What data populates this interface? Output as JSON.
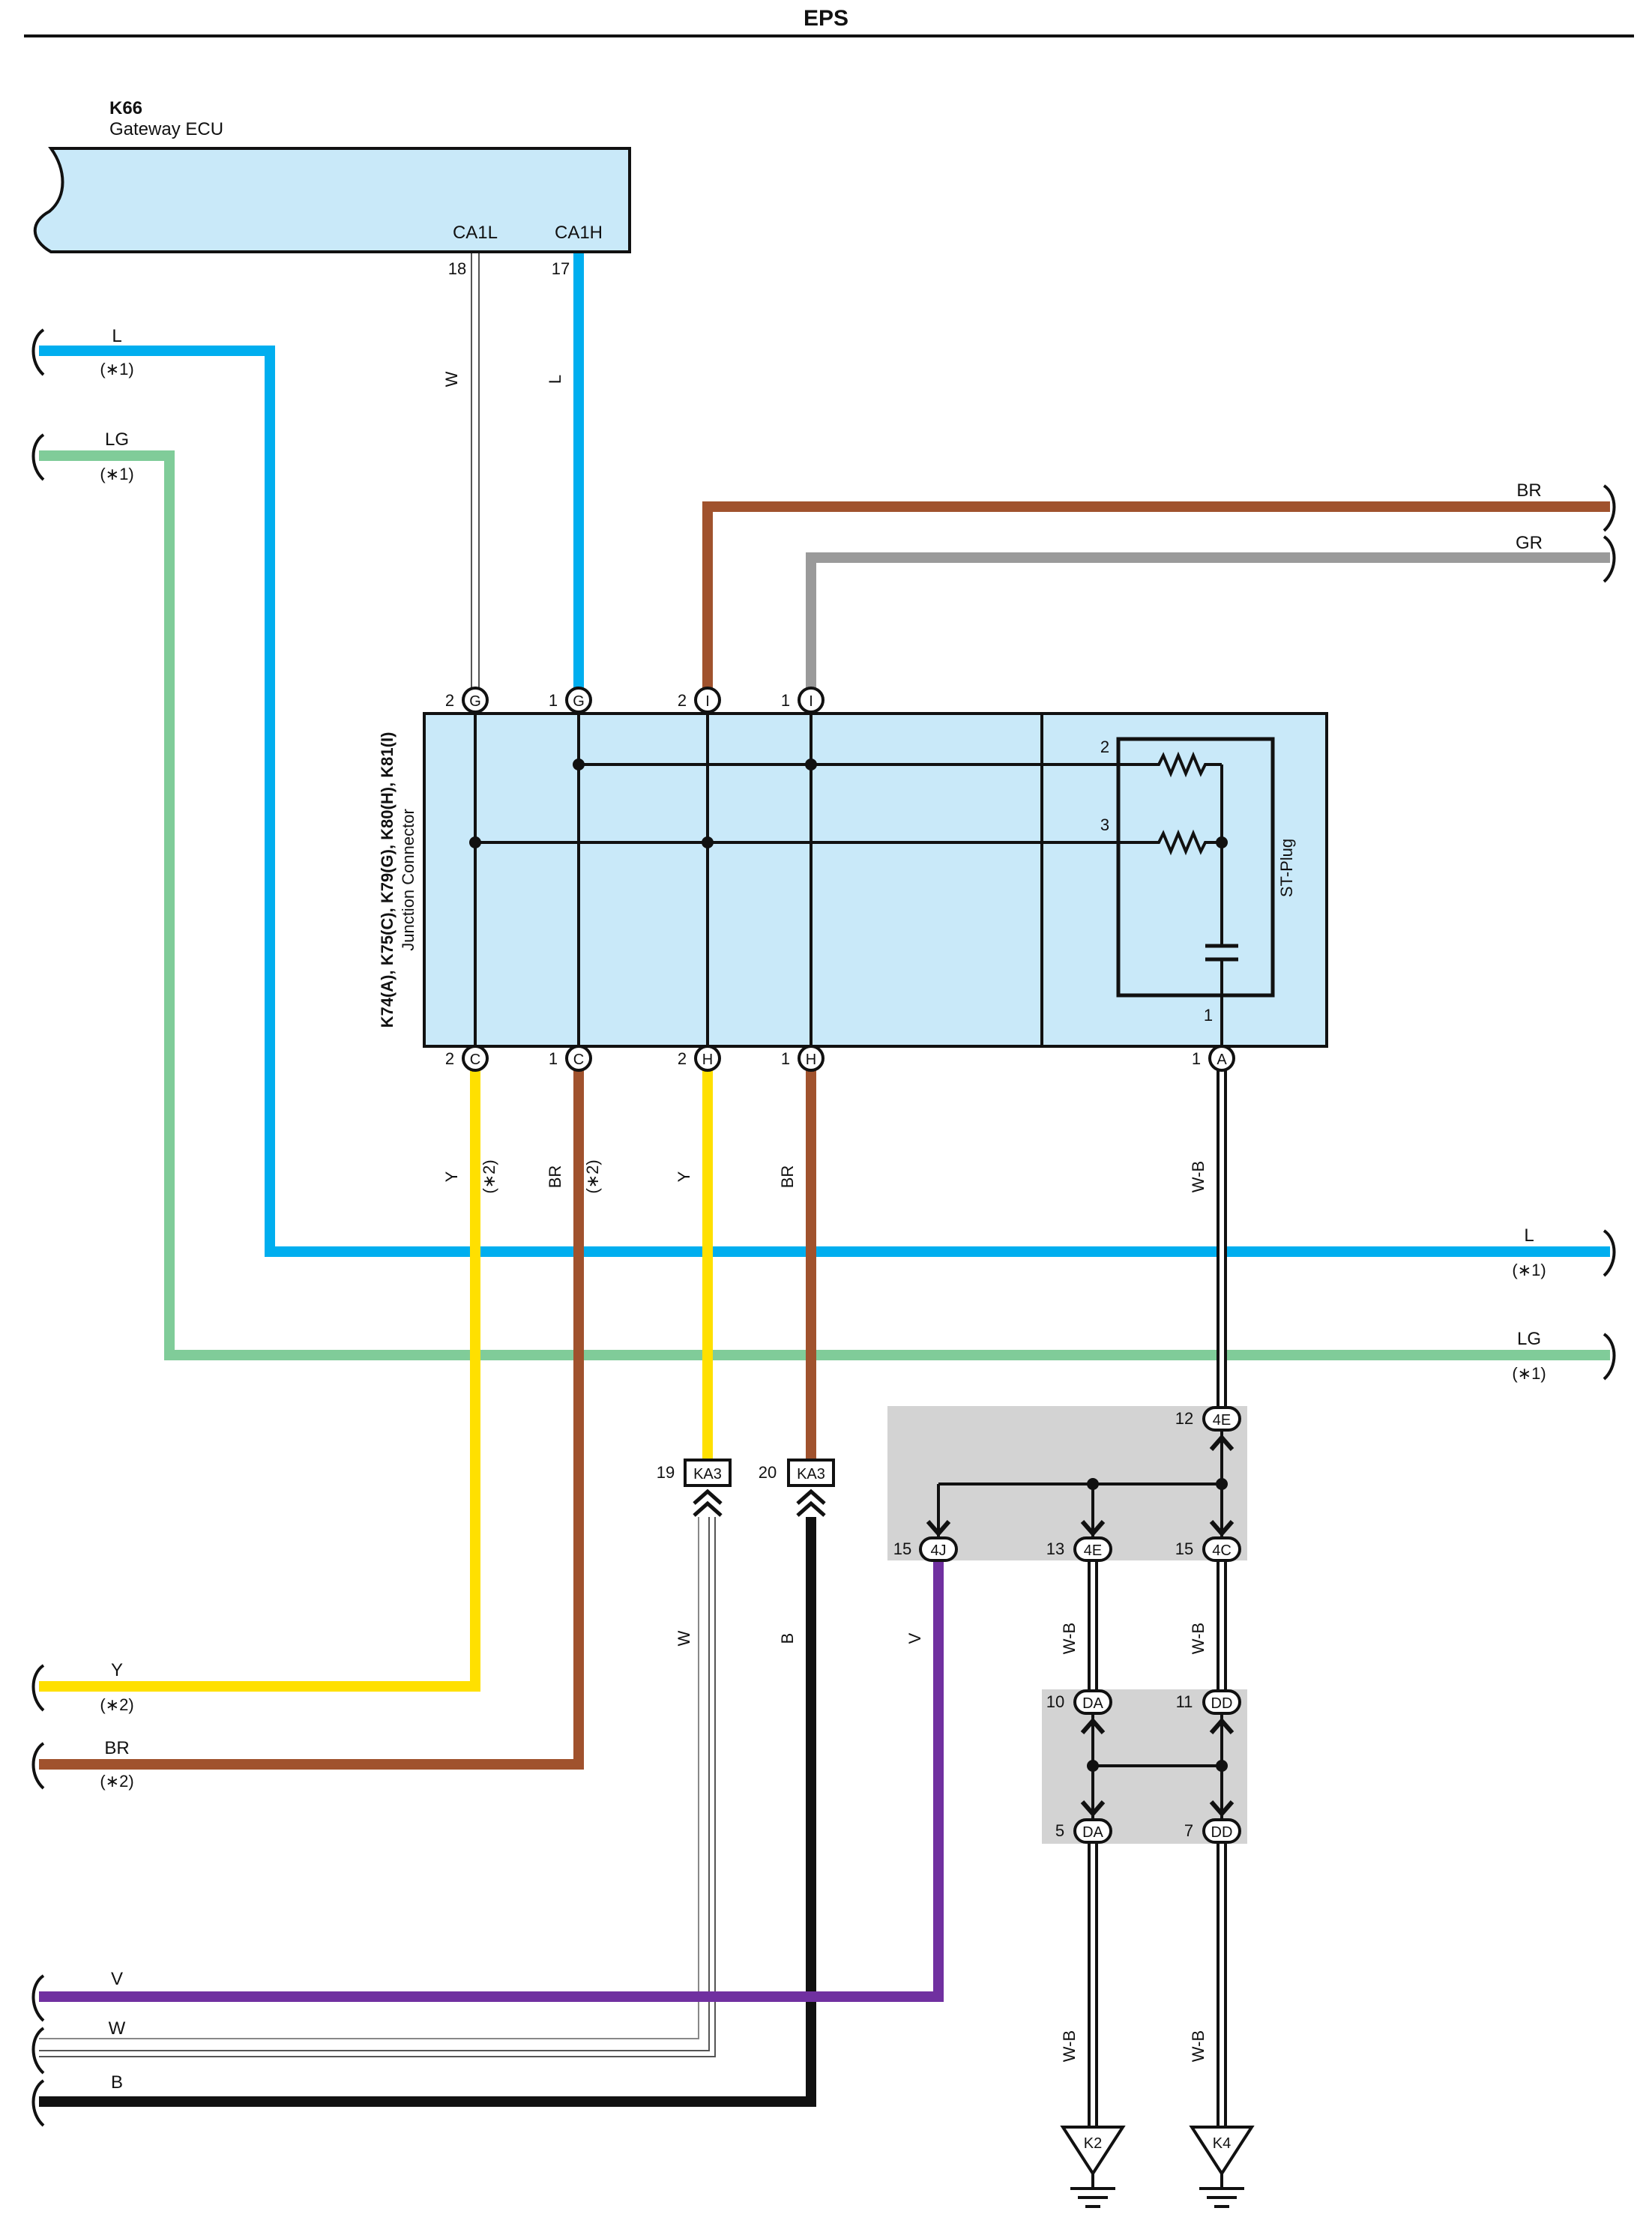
{
  "title": "EPS",
  "ecu": {
    "id": "K66",
    "name": "Gateway ECU",
    "pins": [
      {
        "name": "CA1L",
        "num": "18",
        "wire": "W"
      },
      {
        "name": "CA1H",
        "num": "17",
        "wire": "L"
      }
    ]
  },
  "junction": {
    "label_ids": "K74(A), K75(C), K79(G), K80(H), K81(I)",
    "label_name": "Junction Connector",
    "top_pins": [
      {
        "num": "2",
        "conn": "G"
      },
      {
        "num": "1",
        "conn": "G"
      },
      {
        "num": "2",
        "conn": "I"
      },
      {
        "num": "1",
        "conn": "I"
      }
    ],
    "bottom_pins": [
      {
        "num": "2",
        "conn": "C"
      },
      {
        "num": "1",
        "conn": "C"
      },
      {
        "num": "2",
        "conn": "H"
      },
      {
        "num": "1",
        "conn": "H"
      },
      {
        "num": "1",
        "conn": "A"
      }
    ],
    "st_plug": {
      "label": "ST-Plug",
      "pins": [
        "2",
        "3",
        "1"
      ]
    }
  },
  "left_wires": [
    {
      "color_code": "L",
      "note": "(∗1)"
    },
    {
      "color_code": "LG",
      "note": "(∗1)"
    },
    {
      "color_code": "Y",
      "note": "(∗2)"
    },
    {
      "color_code": "BR",
      "note": "(∗2)"
    },
    {
      "color_code": "V",
      "note": ""
    },
    {
      "color_code": "W",
      "note": ""
    },
    {
      "color_code": "B",
      "note": ""
    }
  ],
  "right_wires": [
    {
      "color_code": "BR",
      "note": ""
    },
    {
      "color_code": "GR",
      "note": ""
    },
    {
      "color_code": "L",
      "note": "(∗1)"
    },
    {
      "color_code": "LG",
      "note": "(∗1)"
    }
  ],
  "vertical_wire_labels": [
    {
      "code": "Y",
      "note": "(∗2)"
    },
    {
      "code": "BR",
      "note": "(∗2)"
    },
    {
      "code": "Y",
      "note": ""
    },
    {
      "code": "BR",
      "note": ""
    },
    {
      "code": "W-B",
      "note": ""
    },
    {
      "code": "W",
      "note": ""
    },
    {
      "code": "B",
      "note": ""
    },
    {
      "code": "V",
      "note": ""
    },
    {
      "code": "W-B",
      "note": ""
    },
    {
      "code": "W-B",
      "note": ""
    },
    {
      "code": "W-B",
      "note": ""
    },
    {
      "code": "W-B",
      "note": ""
    }
  ],
  "ka3": [
    {
      "num": "19",
      "conn": "KA3"
    },
    {
      "num": "20",
      "conn": "KA3"
    }
  ],
  "splice_block_1": [
    {
      "num": "12",
      "conn": "4E"
    },
    {
      "num": "15",
      "conn": "4J"
    },
    {
      "num": "13",
      "conn": "4E"
    },
    {
      "num": "15",
      "conn": "4C"
    }
  ],
  "splice_block_2": [
    {
      "num": "10",
      "conn": "DA"
    },
    {
      "num": "11",
      "conn": "DD"
    },
    {
      "num": "5",
      "conn": "DA"
    },
    {
      "num": "7",
      "conn": "DD"
    }
  ],
  "grounds": [
    "K2",
    "K4"
  ],
  "colors": {
    "L": "#00aeef",
    "LG": "#80cc99",
    "BR": "#a0522d",
    "GR": "#9a9a9a",
    "Y": "#ffe000",
    "V": "#7030a0",
    "B": "#111111",
    "W": "#ffffff",
    "box_fill": "#c9e9f9",
    "splice_fill": "#d3d3d3"
  }
}
